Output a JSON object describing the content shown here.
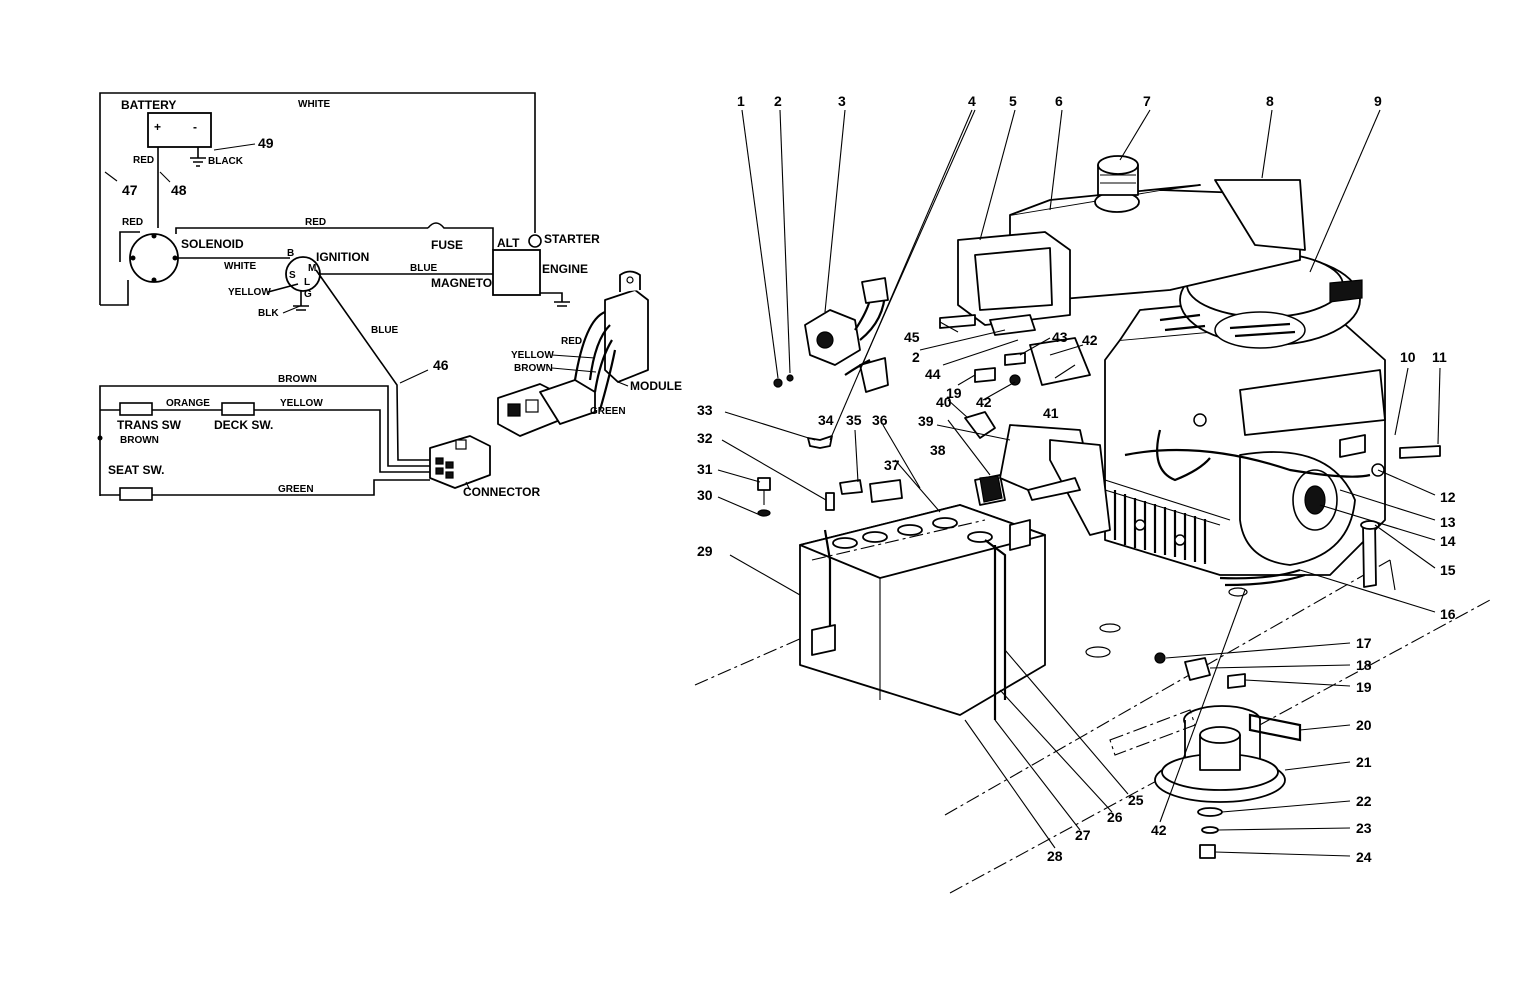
{
  "wiring": {
    "components": {
      "battery": "BATTERY",
      "battery_pos": "+",
      "battery_neg": "-",
      "solenoid": "SOLENOID",
      "ignition": "IGNITION",
      "fuse": "FUSE",
      "alt": "ALT",
      "starter": "STARTER",
      "engine": "ENGINE",
      "magneto": "MAGNETO",
      "module": "MODULE",
      "connector": "CONNECTOR",
      "trans_sw": "TRANS SW",
      "deck_sw": "DECK SW.",
      "seat_sw": "SEAT SW."
    },
    "terminals": {
      "b": "B",
      "s": "S",
      "l": "L",
      "m": "M",
      "g": "G"
    },
    "wires": {
      "white_top": "WHITE",
      "red_left": "RED",
      "black": "BLACK",
      "red_solenoid": "RED",
      "red_fuse": "RED",
      "white_ign": "WHITE",
      "blue_magneto": "BLUE",
      "yellow_ign": "YELLOW",
      "blk_ign": "BLK",
      "blue_down": "BLUE",
      "brown_top": "BROWN",
      "orange": "ORANGE",
      "yellow_deck": "YELLOW",
      "brown_left": "BROWN",
      "green_seat": "GREEN",
      "red_module": "RED",
      "yellow_module": "YELLOW",
      "brown_module": "BROWN",
      "green_module": "GREEN"
    },
    "refs": {
      "r47": "47",
      "r48": "48",
      "r49": "49",
      "r46": "46"
    }
  },
  "callouts": {
    "top": [
      "1",
      "2",
      "3",
      "4",
      "5",
      "6",
      "7",
      "8",
      "9"
    ],
    "right_top": [
      "10",
      "11"
    ],
    "right": [
      "12",
      "13",
      "14",
      "15",
      "16",
      "17",
      "18",
      "19",
      "20",
      "21",
      "22",
      "23",
      "24"
    ],
    "bottom": [
      "25",
      "26",
      "27",
      "28",
      "42"
    ],
    "left": [
      "29",
      "30",
      "31",
      "32",
      "33",
      "34",
      "35",
      "36",
      "37",
      "38",
      "39",
      "40"
    ],
    "mid": [
      "45",
      "2",
      "44",
      "43",
      "42",
      "19",
      "42",
      "41"
    ]
  }
}
